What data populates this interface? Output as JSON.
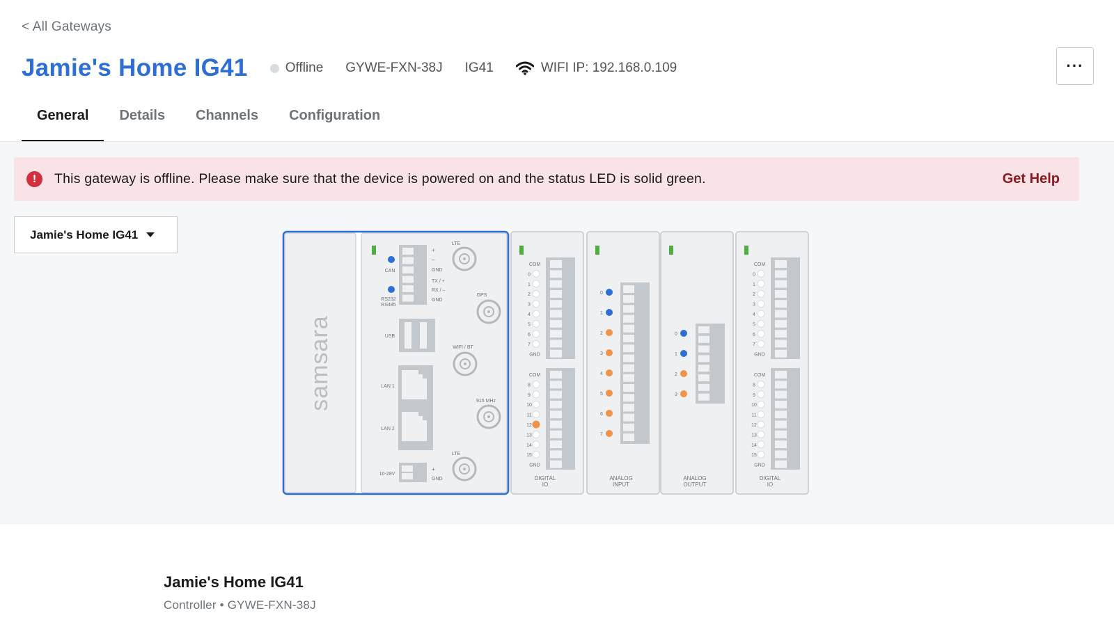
{
  "nav": {
    "back_label": "< All Gateways"
  },
  "header": {
    "title": "Jamie's Home IG41",
    "status": "Offline",
    "serial": "GYWE-FXN-38J",
    "model": "IG41",
    "wifi_ip": "WIFI IP: 192.168.0.109",
    "more_label": "···"
  },
  "tabs": [
    {
      "label": "General",
      "active": true
    },
    {
      "label": "Details",
      "active": false
    },
    {
      "label": "Channels",
      "active": false
    },
    {
      "label": "Configuration",
      "active": false
    }
  ],
  "alert": {
    "icon": "!",
    "text": "This gateway is offline. Please make sure that the device is powered on and the status LED is solid green.",
    "action": "Get Help"
  },
  "device_selector": {
    "value": "Jamie's Home IG41"
  },
  "diagram": {
    "brand": "samsara",
    "main_labels": {
      "lte_top": "LTE",
      "gps": "GPS",
      "wifi_bt": "WIFI / BT",
      "mhz": "915 MHz",
      "lte_bottom": "LTE",
      "can": "CAN",
      "rs232": "RS232",
      "rs485": "RS485",
      "usb": "USB",
      "lan1": "LAN 1",
      "lan2": "LAN 2",
      "power": "10-28V",
      "plus": "+",
      "minus": "–",
      "gnd": "GND",
      "tx": "TX / +",
      "rx": "RX / –"
    },
    "modules": [
      {
        "name_line1": "DIGITAL",
        "name_line2": "IO"
      },
      {
        "name_line1": "ANALOG",
        "name_line2": "INPUT"
      },
      {
        "name_line1": "ANALOG",
        "name_line2": "OUTPUT"
      },
      {
        "name_line1": "DIGITAL",
        "name_line2": "IO"
      }
    ],
    "dio_labels_top": [
      "COM",
      "0",
      "1",
      "2",
      "3",
      "4",
      "5",
      "6",
      "7",
      "GND"
    ],
    "dio_labels_bottom": [
      "COM",
      "8",
      "9",
      "10",
      "11",
      "12",
      "13",
      "14",
      "15",
      "GND"
    ],
    "ai_labels": [
      "0",
      "1",
      "2",
      "3",
      "4",
      "5",
      "6",
      "7"
    ],
    "ao_labels": [
      "0",
      "1",
      "2",
      "3"
    ],
    "colors": {
      "accent": "#2d6fd3",
      "led_green": "#4caf3f",
      "dot_blue": "#2d6fd3",
      "dot_orange": "#f0934a",
      "panel": "#eef0f2",
      "terminal": "#c3c8cd"
    }
  },
  "footer": {
    "title": "Jamie's Home IG41",
    "subtitle": "Controller • GYWE-FXN-38J"
  }
}
